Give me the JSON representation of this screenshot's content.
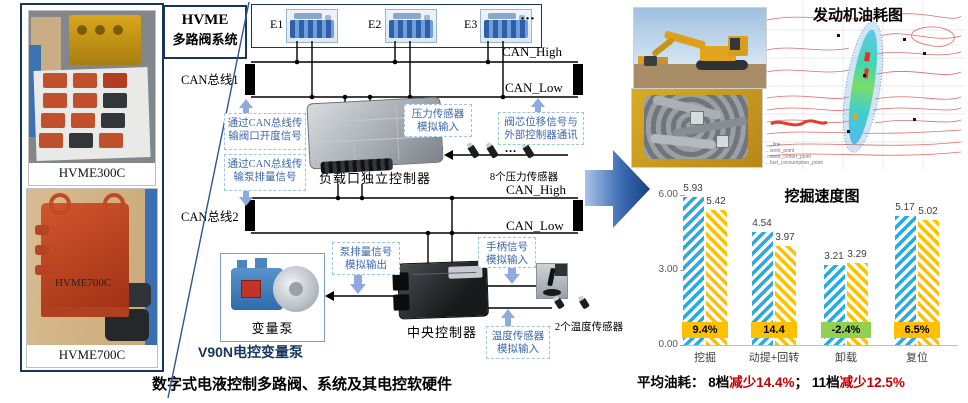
{
  "colors": {
    "navy": "#17365D",
    "note_blue": "#3A66AD",
    "arrow_blue": "#8FAADC",
    "bar_blue": "#29ABE2",
    "bar_yellow": "#FFC000",
    "delta_green": "#92D050",
    "highlight_red": "#C00000",
    "contour_red": "#E06A6A"
  },
  "left_panel": {
    "photos": [
      {
        "caption": "HVME300C"
      },
      {
        "caption": "HVME700C",
        "watermark": "HVME700C"
      }
    ]
  },
  "diagram": {
    "system_title": {
      "line1": "HVME",
      "line2": "多路阀系统"
    },
    "valves": {
      "e1": "E1",
      "e2": "E2",
      "e3": "E3",
      "ellipsis": "···"
    },
    "bus1": {
      "name": "CAN总线1",
      "high": "CAN_High",
      "low": "CAN_Low"
    },
    "bus2": {
      "name": "CAN总线2",
      "high": "CAN_High",
      "low": "CAN_Low"
    },
    "notes": {
      "valve_open": {
        "l1": "通过CAN总线传",
        "l2": "输阀口开度信号"
      },
      "pump_disp": {
        "l1": "通过CAN总线传",
        "l2": "输泵排量信号"
      },
      "pressure_in": {
        "l1": "压力传感器",
        "l2": "模拟输入"
      },
      "spool_comm": {
        "l1": "阀芯位移信号与",
        "l2": "外部控制器通讯"
      },
      "pump_out": {
        "l1": "泵排量信号",
        "l2": "模拟输出"
      },
      "joystick_in": {
        "l1": "手柄信号",
        "l2": "模拟输入"
      },
      "temp_in": {
        "l1": "温度传感器",
        "l2": "模拟输入"
      }
    },
    "load_port_controller": "负载口独立控制器",
    "pressure_sensors": "8个压力传感器",
    "central_controller": "中央控制器",
    "temp_sensors": "2个温度传感器",
    "pump_caption": "变量泵",
    "pump_title": "V90N电控变量泵",
    "bottom_caption": "数字式电液控制多路阀、系统及其电控软硬件"
  },
  "right": {
    "fuel_map": {
      "title": "发动机油耗图",
      "legend": [
        "…_line",
        "…work_point",
        "…work_center_point",
        "…fuel_consumption_point"
      ]
    },
    "summary": {
      "label": "平均油耗：",
      "gear1": "8档",
      "drop1": "减少14.4%",
      "sep": "；",
      "gear2": "11档",
      "drop2": "减少12.5%"
    }
  },
  "chart_data": {
    "type": "bar",
    "title": "挖掘速度图",
    "categories": [
      "挖掘",
      "动提+回转",
      "卸载",
      "复位"
    ],
    "series": [
      {
        "name": "blue-hatched",
        "color": "#29ABE2",
        "values": [
          5.93,
          4.54,
          3.21,
          5.17
        ]
      },
      {
        "name": "yellow-hatched",
        "color": "#FFC000",
        "values": [
          5.42,
          3.97,
          3.29,
          5.02
        ]
      }
    ],
    "deltas": [
      {
        "label": "9.4%",
        "color": "#FFC000"
      },
      {
        "label": "14.4",
        "color": "#FFC000"
      },
      {
        "label": "-2.4%",
        "color": "#92D050"
      },
      {
        "label": "6.5%",
        "color": "#FFC000"
      }
    ],
    "yticks": [
      {
        "label": "6.00",
        "value": 6
      },
      {
        "label": "3.00",
        "value": 3
      },
      {
        "label": "0.00",
        "value": 0
      }
    ],
    "ylim": [
      0,
      6
    ],
    "grid": false,
    "legend_position": "none"
  }
}
